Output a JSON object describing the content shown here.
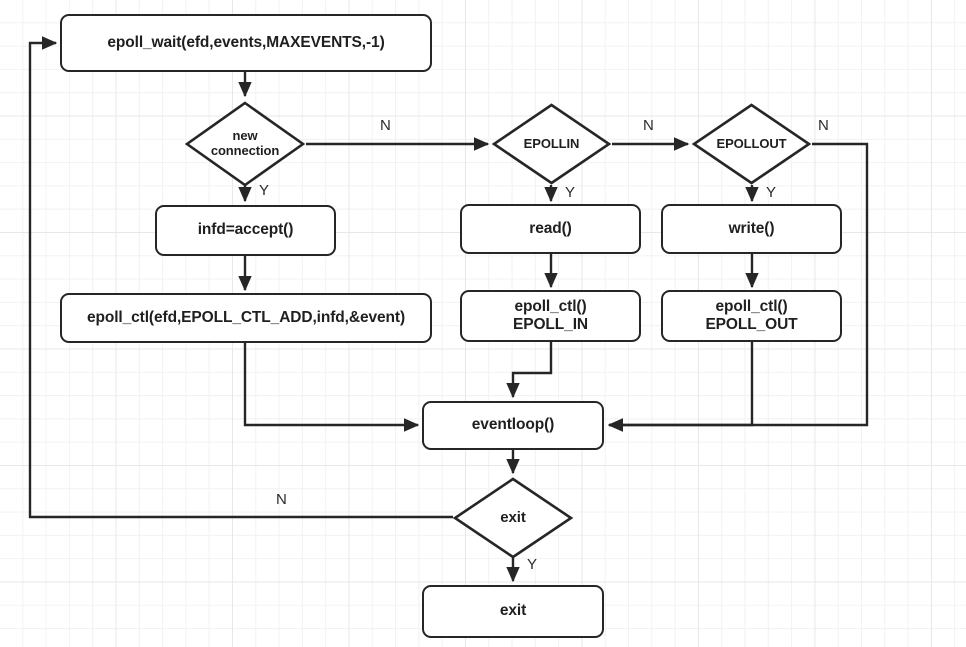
{
  "diagram": {
    "title": "epoll event loop flowchart",
    "colors": {
      "stroke": "#262626",
      "fill": "#ffffff",
      "text": "#1f1f1f",
      "grid_minor": "#f2f2f2",
      "grid_major": "#e8e8e8"
    },
    "nodes": [
      {
        "id": "epoll_wait",
        "shape": "process",
        "label": "epoll_wait(efd,events,MAXEVENTS,-1)"
      },
      {
        "id": "new_connection",
        "shape": "decision",
        "label_line1": "new",
        "label_line2": "connection"
      },
      {
        "id": "infd_accept",
        "shape": "process",
        "label": "infd=accept()"
      },
      {
        "id": "epoll_ctl_add",
        "shape": "process",
        "label": "epoll_ctl(efd,EPOLL_CTL_ADD,infd,&event)"
      },
      {
        "id": "epollin",
        "shape": "decision",
        "label": "EPOLLIN"
      },
      {
        "id": "read",
        "shape": "process",
        "label": "read()"
      },
      {
        "id": "epoll_ctl_in",
        "shape": "process",
        "label_line1": "epoll_ctl()",
        "label_line2": "EPOLL_IN"
      },
      {
        "id": "epollout",
        "shape": "decision",
        "label": "EPOLLOUT"
      },
      {
        "id": "write",
        "shape": "process",
        "label": "write()"
      },
      {
        "id": "epoll_ctl_out",
        "shape": "process",
        "label_line1": "epoll_ctl()",
        "label_line2": "EPOLL_OUT"
      },
      {
        "id": "eventloop",
        "shape": "process",
        "label": "eventloop()"
      },
      {
        "id": "exit_decision",
        "shape": "decision",
        "label": "exit"
      },
      {
        "id": "exit_terminal",
        "shape": "process",
        "label": "exit"
      }
    ],
    "edge_labels": [
      {
        "id": "new_connection_n",
        "text": "N"
      },
      {
        "id": "new_connection_y",
        "text": "Y"
      },
      {
        "id": "epollin_n",
        "text": "N"
      },
      {
        "id": "epollin_y",
        "text": "Y"
      },
      {
        "id": "epollout_n",
        "text": "N"
      },
      {
        "id": "epollout_y",
        "text": "Y"
      },
      {
        "id": "exit_n",
        "text": "N"
      },
      {
        "id": "exit_y",
        "text": "Y"
      }
    ]
  }
}
